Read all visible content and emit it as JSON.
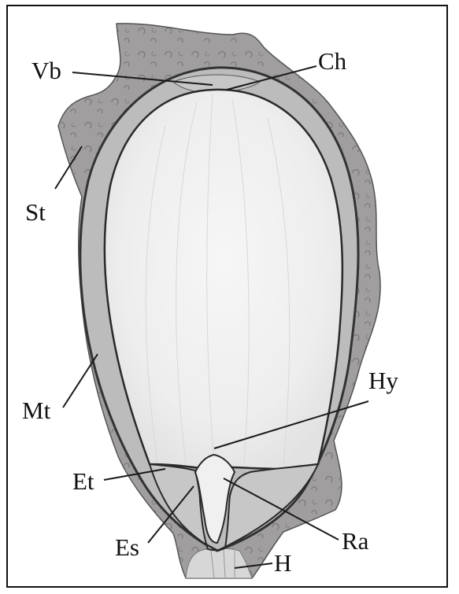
{
  "labels": {
    "vb": "Vb",
    "ch": "Ch",
    "st": "St",
    "mt": "Mt",
    "hy": "Hy",
    "et": "Et",
    "es": "Es",
    "ra": "Ra",
    "h": "H"
  },
  "colors": {
    "seed_coat": "#a09e9e",
    "seed_coat_dark": "#8d8b8b",
    "inner_layer": "#bdbcbc",
    "endosperm": "#efefef",
    "outline": "#2a2a2a",
    "leader_line": "#1a1a1a"
  }
}
